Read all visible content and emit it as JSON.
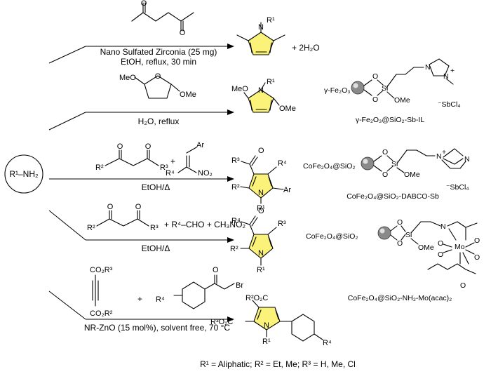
{
  "amine": "R¹–NH₂",
  "reactions": [
    {
      "reagent_note": "+ 2H₂O",
      "conditions": [
        "Nano Sulfated Zirconia (25 mg)",
        "EtOH, reflux, 30 min"
      ],
      "product_labels": {
        "r1": "R¹"
      }
    },
    {
      "reagent_labels": {
        "meo": "MeO",
        "ome": "OMe"
      },
      "conditions": [
        "H₂O, reflux"
      ],
      "product_labels": {
        "meo": "MeO",
        "ome": "OMe",
        "r1": "R¹"
      },
      "catalyst": {
        "prefix": "γ-Fe₂O₃",
        "ome": "OMe",
        "si": "Si",
        "o1": "O",
        "o2": "O",
        "n": "N",
        "plus": "+",
        "counterion": "⁻SbCl₄",
        "name": "γ-Fe₂O₃@SiO₂-Sb-IL"
      }
    },
    {
      "reagent_labels": {
        "r2": "R²",
        "r3": "R³",
        "r4": "R⁴",
        "ar": "Ar",
        "no2": "NO₂",
        "plus": "+"
      },
      "conditions": [
        "EtOH/Δ"
      ],
      "product_labels": {
        "r3": "R³",
        "r4": "R⁴",
        "r2": "R²",
        "ar": "Ar",
        "r1": "R¹"
      },
      "catalyst": {
        "prefix": "CoFe₂O₄@SiO₂",
        "ome": "OMe",
        "si": "Si",
        "n": "N",
        "plus": "+",
        "counterion": "⁻SbCl₄",
        "name": "CoFe₂O₄@SiO₂-DABCO-Sb"
      }
    },
    {
      "reagent_labels": {
        "r2": "R²",
        "r3": "R³",
        "extra": "+ R⁴–CHO + CH₃NO₂"
      },
      "conditions": [
        "EtOH/Δ"
      ],
      "product_labels": {
        "r4": "R⁴",
        "r3": "R³",
        "r2": "R²",
        "r1": "R¹"
      },
      "catalyst": {
        "prefix": "CoFe₂O₄@SiO₂",
        "ome": "OMe",
        "si": "Si",
        "n": "N",
        "mo": "Mo",
        "o": "O",
        "name": "CoFe₂O₄@SiO₂-NH₂-Mo(acac)₂"
      }
    },
    {
      "reagent_labels": {
        "co2r3": "CO₂R³",
        "co2r2": "CO₂R²",
        "r4": "R⁴",
        "br": "Br",
        "plus": "+"
      },
      "conditions": [
        "NR-ZnO (15 mol%), solvent free, 70 °C"
      ],
      "product_labels": {
        "r2o2c": "R²O₂C",
        "r3o2c": "R³O₂C",
        "r1": "R¹",
        "r4": "R⁴"
      }
    }
  ],
  "footnote": "R¹ = Aliphatic; R² = Et, Me; R³ = H, Me, Cl",
  "colors": {
    "pyrrole_fill": "#fbf27a",
    "line": "#000000"
  }
}
